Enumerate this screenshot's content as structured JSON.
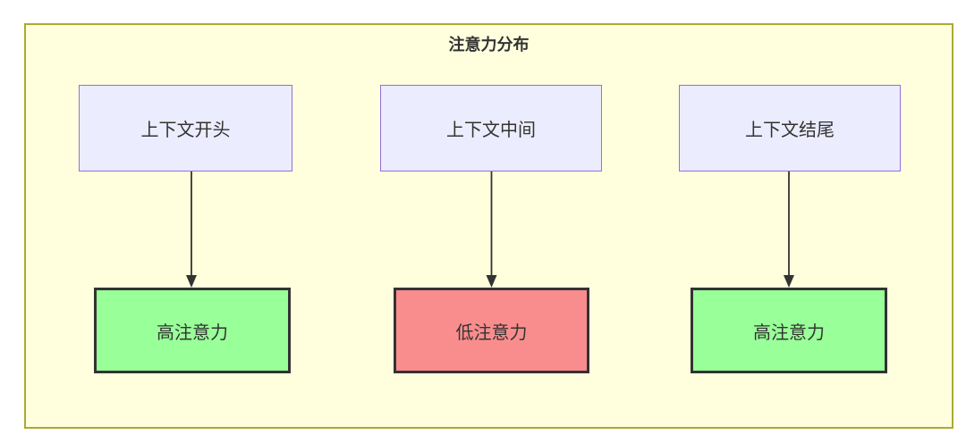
{
  "diagram": {
    "title": "注意力分布",
    "columns": [
      {
        "source": "上下文开头",
        "target": "高注意力",
        "attention_level": "high"
      },
      {
        "source": "上下文中间",
        "target": "低注意力",
        "attention_level": "low"
      },
      {
        "source": "上下文结尾",
        "target": "高注意力",
        "attention_level": "high"
      }
    ],
    "colors": {
      "container_fill": "#ffffde",
      "container_border": "#aaaa33",
      "source_node_fill": "#ECECFF",
      "source_node_border": "#9370DB",
      "high_attention_fill": "#99ff99",
      "low_attention_fill": "#f98d8d",
      "target_node_border": "#333333",
      "arrow": "#333333",
      "text": "#333333"
    }
  }
}
